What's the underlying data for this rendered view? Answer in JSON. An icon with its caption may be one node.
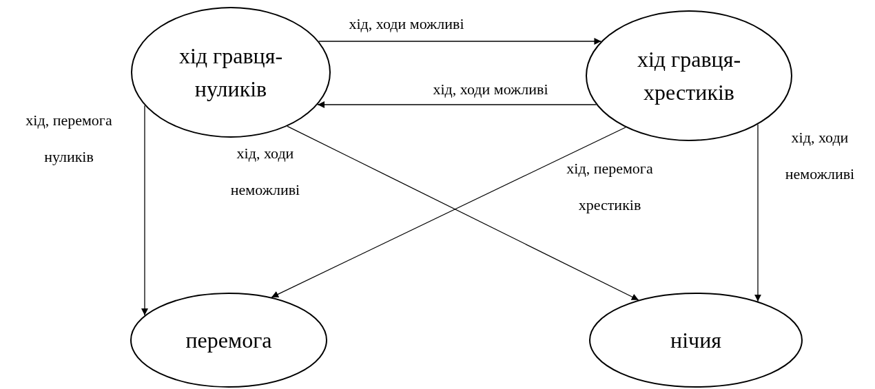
{
  "diagram": {
    "nodes": [
      {
        "text": [
          "хід гравця-нуликів"
        ]
      },
      {
        "text": [
          "хід гравця-хрестиків"
        ]
      },
      {
        "text": [
          "перемога"
        ]
      },
      {
        "text": [
          "нічия"
        ]
      }
    ],
    "edges": [
      {
        "from": 0,
        "to": 1,
        "arrow": "to",
        "label": "хід, ходи можливі"
      },
      {
        "from": 1,
        "to": 0,
        "arrow": "to",
        "label": "хід, ходи можливі"
      },
      {
        "from": 0,
        "to": 2,
        "arrow": "to",
        "label": "хід, перемога нуликів"
      },
      {
        "from": 0,
        "to": 3,
        "arrow": "to",
        "label": "хід, ходи неможливі"
      },
      {
        "from": 1,
        "to": 2,
        "arrow": "to",
        "label": "хід, перемога хрестиків"
      },
      {
        "from": 1,
        "to": 3,
        "arrow": "to",
        "label": "хід, ходи неможливі"
      }
    ]
  }
}
